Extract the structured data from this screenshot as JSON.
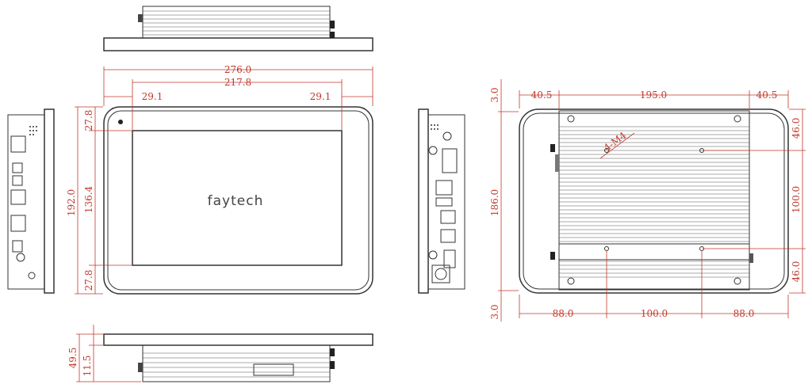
{
  "brand": "faytech",
  "colors": {
    "dimension": "#c0392b",
    "outline": "#333333"
  },
  "dims": {
    "front_width": "276.0",
    "front_active_width": "217.8",
    "front_left_border": "29.1",
    "front_right_border": "29.1",
    "front_top_border": "27.8",
    "front_bottom_border": "27.8",
    "front_height": "192.0",
    "front_active_height": "136.4",
    "bottom_depth": "49.5",
    "bottom_bezel": "11.5",
    "rear_left": "40.5",
    "rear_mid": "195.0",
    "rear_right": "40.5",
    "rear_height": "186.0",
    "rear_top": "3.0",
    "rear_bottom": "3.0",
    "rear_right_top": "46.0",
    "rear_right_mid": "100.0",
    "rear_right_bottom": "46.0",
    "rear_hole_left": "88.0",
    "rear_hole_mid": "100.0",
    "rear_hole_right": "88.0",
    "rear_screw_callout": "4-M4"
  }
}
